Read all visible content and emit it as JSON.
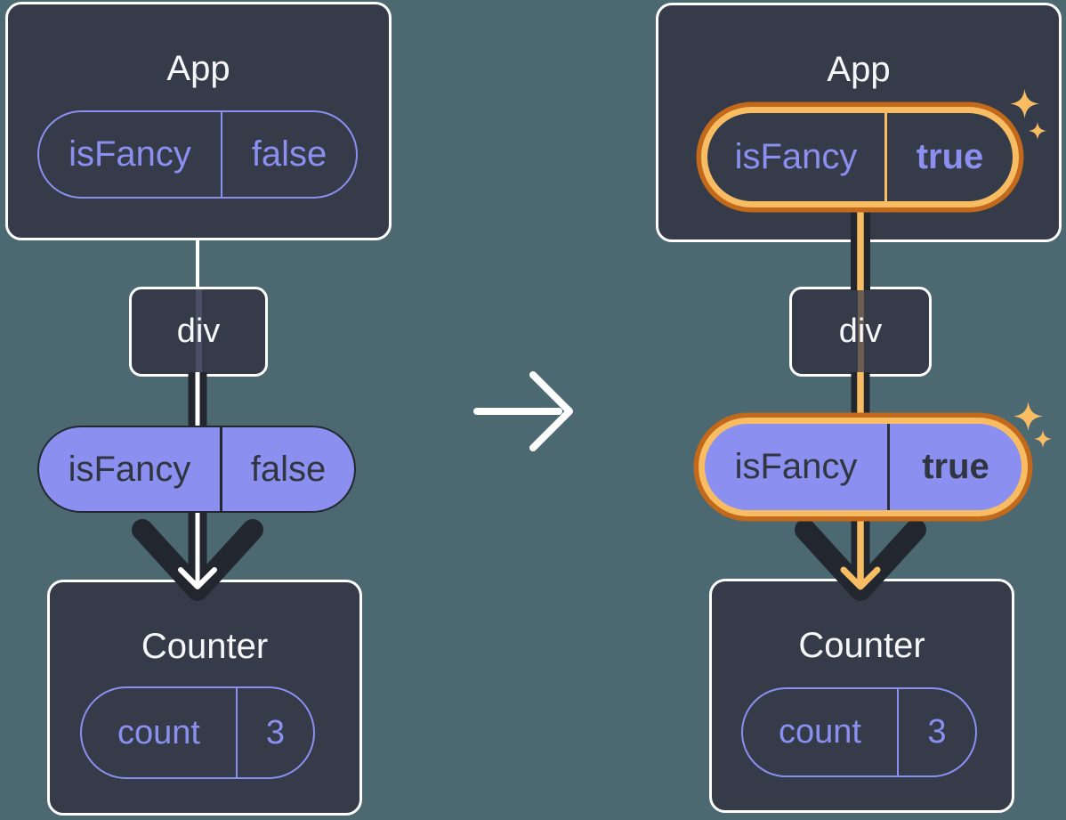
{
  "background_color": "#4C6972",
  "colors": {
    "box_fill": "#353B48",
    "box_border": "#FFFFFF",
    "purple": "#8B90F0",
    "arrow_dark": "#22262F",
    "arrow_core_left": "#FFFFFF",
    "arrow_core_right": "#F8BC63",
    "highlight_ring_outer": "#C2691B",
    "highlight_ring_inner": "#F8BC63",
    "pill_dark_text": "#30353F",
    "title_text": "#F6F7F9"
  },
  "left_tree": {
    "app": {
      "title": "App",
      "prop": {
        "name": "isFancy",
        "value": "false"
      }
    },
    "container": {
      "label": "div"
    },
    "passed_prop": {
      "name": "isFancy",
      "value": "false"
    },
    "counter": {
      "title": "Counter",
      "state": {
        "name": "count",
        "value": "3"
      }
    }
  },
  "right_tree": {
    "app": {
      "title": "App",
      "prop": {
        "name": "isFancy",
        "value": "true"
      }
    },
    "container": {
      "label": "div"
    },
    "passed_prop": {
      "name": "isFancy",
      "value": "true"
    },
    "counter": {
      "title": "Counter",
      "state": {
        "name": "count",
        "value": "3"
      }
    }
  }
}
